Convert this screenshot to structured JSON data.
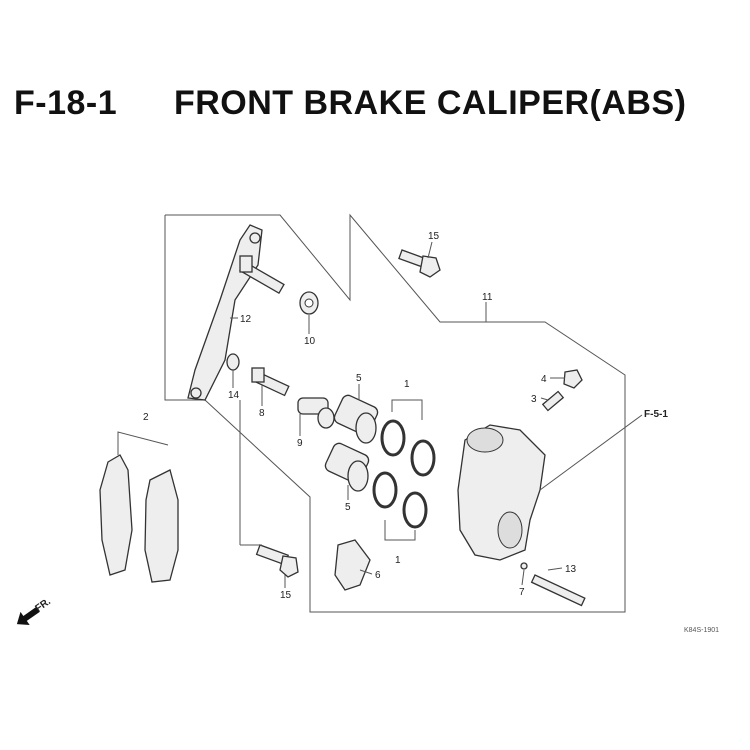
{
  "header": {
    "code": "F-18-1",
    "title": "FRONT BRAKE CALIPER(ABS)"
  },
  "callouts": {
    "p15a": "15",
    "p11": "11",
    "p12": "12",
    "p10": "10",
    "p14": "14",
    "p8": "8",
    "p5a": "5",
    "p1a": "1",
    "p4": "4",
    "p3": "3",
    "ref": "F-5-1",
    "p9": "9",
    "p2": "2",
    "p5b": "5",
    "p6": "6",
    "p1b": "1",
    "p13": "13",
    "p7": "7",
    "p15b": "15"
  },
  "direction": {
    "label": "FR."
  },
  "diagram_code": "K84S-1901"
}
